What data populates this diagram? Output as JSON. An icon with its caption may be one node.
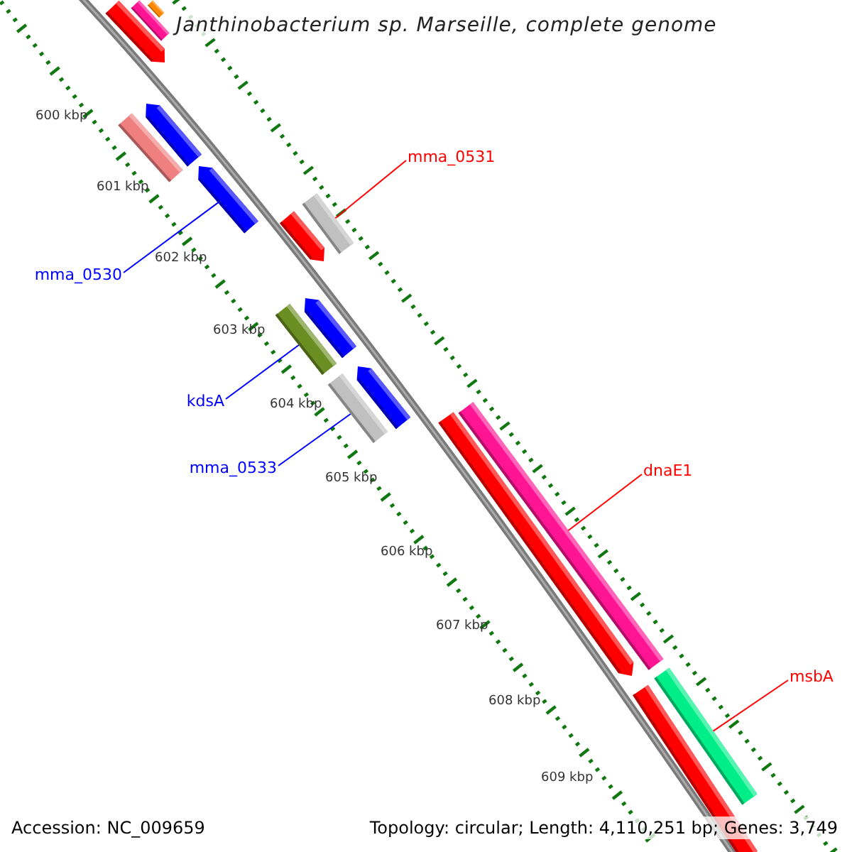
{
  "diagram": {
    "title": "Janthinobacterium sp. Marseille, complete genome",
    "nodes": [
      {
        "text": [
          "mma_0531"
        ]
      },
      {
        "text": [
          "mma_0530"
        ]
      },
      {
        "text": [
          "kdsA"
        ]
      },
      {
        "text": [
          "mma_0533"
        ]
      },
      {
        "text": [
          "dnaE1"
        ]
      },
      {
        "text": [
          "msbA"
        ]
      },
      {
        "text": [],
        "shape": "bar"
      },
      {
        "text": [],
        "shape": "bar"
      },
      {
        "text": [],
        "shape": "bar"
      },
      {
        "text": [],
        "shape": "bar"
      },
      {
        "text": [],
        "shape": "bar"
      },
      {
        "text": [],
        "shape": "bar"
      },
      {
        "text": [],
        "shape": "bar"
      },
      {
        "text": [],
        "shape": "bar"
      },
      {
        "text": [],
        "shape": "bar"
      },
      {
        "text": [],
        "shape": "bar"
      },
      {
        "text": [],
        "shape": "bar"
      },
      {
        "text": [],
        "shape": "bar"
      },
      {
        "text": [],
        "shape": "bar"
      },
      {
        "text": [],
        "shape": "bar"
      },
      {
        "text": [],
        "shape": "bar"
      },
      {
        "text": [],
        "shape": "bar"
      }
    ],
    "edges": [
      {
        "from": 0,
        "to": 12,
        "arrow": "none",
        "color": "#ff0000"
      },
      {
        "from": 1,
        "to": 11,
        "arrow": "none",
        "color": "#0000ff"
      },
      {
        "from": 2,
        "to": 15,
        "arrow": "none",
        "color": "#0000ff"
      },
      {
        "from": 3,
        "to": 17,
        "arrow": "none",
        "color": "#0000ff"
      },
      {
        "from": 4,
        "to": 18,
        "arrow": "none",
        "color": "#ff0000"
      },
      {
        "from": 5,
        "to": 20,
        "arrow": "none",
        "color": "#ff0000"
      }
    ],
    "labels": [
      "600 kbp",
      "601 kbp",
      "602 kbp",
      "603 kbp",
      "604 kbp",
      "605 kbp",
      "606 kbp",
      "607 kbp",
      "608 kbp",
      "609 kbp",
      "Accession: NC_009659",
      "Topology: circular; Length: 4,110,251 bp; Genes: 3,749"
    ]
  }
}
